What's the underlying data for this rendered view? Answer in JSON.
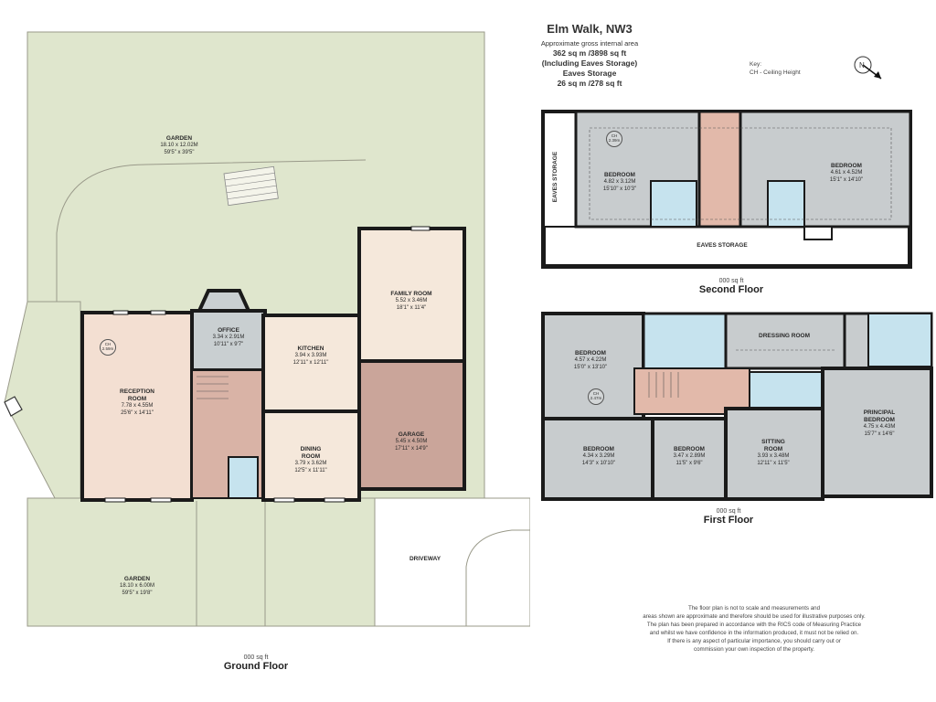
{
  "header": {
    "title": "Elm Walk, NW3",
    "subtitle": "Approximate gross internal area",
    "total_area": "362 sq m /3898 sq ft",
    "including": "(Including Eaves Storage)",
    "eaves_label": "Eaves Storage",
    "eaves_area": "26 sq m /278 sq ft"
  },
  "key": {
    "title": "Key:",
    "ch": "CH - Ceiling Height"
  },
  "compass": {
    "icon": "compass-north-arrow-icon",
    "letter": "N"
  },
  "colors": {
    "garden": "#dfe6cd",
    "reception": "#f3dfd2",
    "kitchen": "#f5e8db",
    "office": "#c9cfd1",
    "hall": "#d9b3a6",
    "garage": "#caa59a",
    "dining": "#f5e8db",
    "wc": "#c6e3ee",
    "bedroom": "#c8ccce",
    "landing": "#e2b9aa",
    "eaves": "#ffffff",
    "wall": "#1a1a1a"
  },
  "ground_floor": {
    "sqft": "000 sq ft",
    "title": "Ground Floor",
    "rooms": [
      {
        "name": "GARDEN",
        "metric": "18.10 x 12.02M",
        "imperial": "59'5\" x 39'5\""
      },
      {
        "name": "RECEPTION ROOM",
        "metric": "7.78 x 4.55M",
        "imperial": "25'6\" x 14'11\""
      },
      {
        "name": "OFFICE",
        "metric": "3.34 x 2.91M",
        "imperial": "10'11\" x 9'7\""
      },
      {
        "name": "KITCHEN",
        "metric": "3.94 x 3.93M",
        "imperial": "12'11\" x 12'11\""
      },
      {
        "name": "FAMILY ROOM",
        "metric": "5.52 x 3.46M",
        "imperial": "18'1\" x 11'4\""
      },
      {
        "name": "DINING ROOM",
        "metric": "3.79 x 3.62M",
        "imperial": "12'5\" x 11'11\""
      },
      {
        "name": "GARAGE",
        "metric": "5.45 x 4.50M",
        "imperial": "17'11\" x 14'9\""
      },
      {
        "name": "GARDEN",
        "metric": "18.10 x 6.00M",
        "imperial": "59'5\" x 19'8\""
      },
      {
        "name": "DRIVEWAY",
        "metric": "",
        "imperial": ""
      }
    ],
    "ch": {
      "label": "CH",
      "value": "2.59m"
    }
  },
  "second_floor": {
    "sqft": "000 sq ft",
    "title": "Second Floor",
    "eaves_vertical": "EAVES STORAGE",
    "eaves_bottom": "EAVES STORAGE",
    "rooms": [
      {
        "name": "BEDROOM",
        "metric": "4.82 x 3.12M",
        "imperial": "15'10\" x 10'3\""
      },
      {
        "name": "BEDROOM",
        "metric": "4.61 x 4.52M",
        "imperial": "15'1\" x 14'10\""
      }
    ],
    "ch": {
      "label": "CH",
      "value": "2.39m"
    }
  },
  "first_floor": {
    "sqft": "000 sq ft",
    "title": "First Floor",
    "rooms": [
      {
        "name": "BEDROOM",
        "metric": "4.57 x 4.22M",
        "imperial": "15'0\" x 13'10\""
      },
      {
        "name": "DRESSING ROOM",
        "metric": "",
        "imperial": ""
      },
      {
        "name": "BEDROOM",
        "metric": "4.34 x 3.29M",
        "imperial": "14'3\" x 10'10\""
      },
      {
        "name": "BEDROOM",
        "metric": "3.47 x 2.89M",
        "imperial": "11'5\" x 9'6\""
      },
      {
        "name": "SITTING ROOM",
        "metric": "3.93 x 3.48M",
        "imperial": "12'11\" x 11'5\""
      },
      {
        "name": "PRINCIPAL BEDROOM",
        "metric": "4.75 x 4.43M",
        "imperial": "15'7\" x 14'6\""
      }
    ],
    "ch": {
      "label": "CH",
      "value": "2.47m"
    }
  },
  "disclaimer": [
    "The floor plan is not to scale and measurements and",
    "areas shown are approximate and therefore should be used for illustrative purposes only.",
    "The plan has been prepared in accordance with the RICS code of Measuring Practice",
    "and whilst we have confidence in the information produced, it must not be relied on.",
    "If there is any aspect of particular importance, you should carry out or",
    "commission your own inspection of the property."
  ]
}
